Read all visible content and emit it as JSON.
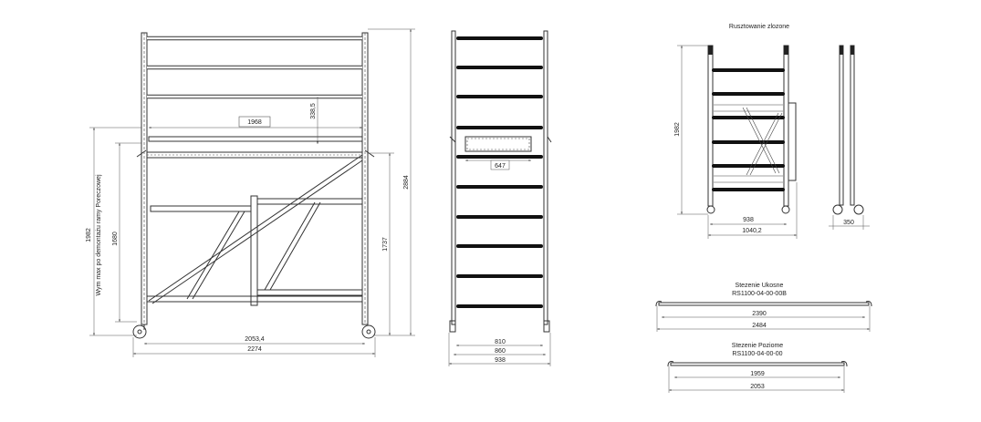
{
  "front_view": {
    "dims": {
      "height_total": "2884",
      "height_platform": "1737",
      "height_max_folded": "1982",
      "height_max_caption": "Wym max po demontażu ramy Poreczowej",
      "height_frame": "1680",
      "platform_width": "1968",
      "rail_spacing": "338,5",
      "inner_width": "2053,4",
      "outer_width": "2274"
    }
  },
  "side_view": {
    "dims": {
      "hatch_width": "647",
      "inner": "810",
      "mid": "860",
      "outer": "938"
    }
  },
  "folded_view": {
    "title": "Rusztowanie zlozone",
    "dims": {
      "height": "1982",
      "width_inner": "938",
      "width_outer": "1040,2",
      "depth": "350"
    }
  },
  "diagonal_brace": {
    "title": "Stezenie Ukosne",
    "code": "RS1100-04-00-00B",
    "dims": {
      "inner": "2390",
      "outer": "2484"
    }
  },
  "horizontal_brace": {
    "title": "Stezenie Poziome",
    "code": "RS1100-04-00-00",
    "dims": {
      "inner": "1959",
      "outer": "2053"
    }
  }
}
